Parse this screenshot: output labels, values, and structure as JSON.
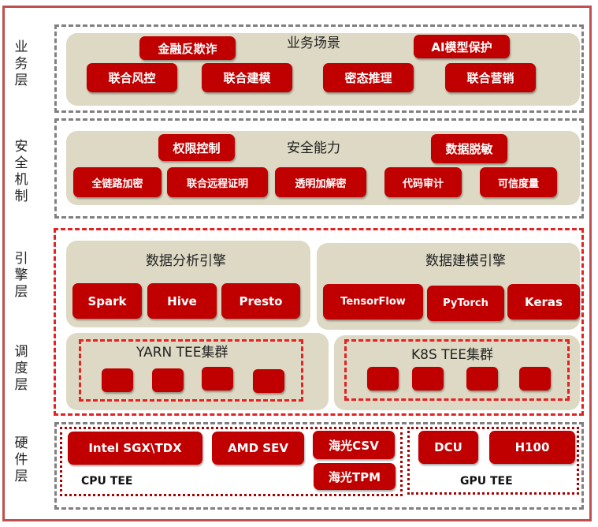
{
  "layers": {
    "business": "业务层",
    "security": "安全机制",
    "engine": "引擎层",
    "scheduling": "调度层",
    "hardware": "硬件层"
  },
  "business": {
    "title": "业务场景",
    "items": [
      "金融反欺诈",
      "AI模型保护",
      "联合风控",
      "联合建模",
      "密态推理",
      "联合营销"
    ]
  },
  "security": {
    "title": "安全能力",
    "items": [
      "权限控制",
      "数据脱敏",
      "全链路加密",
      "联合远程证明",
      "透明加解密",
      "代码审计",
      "可信度量"
    ]
  },
  "engines": {
    "analysis": {
      "title": "数据分析引擎",
      "items": [
        "Spark",
        "Hive",
        "Presto"
      ]
    },
    "modeling": {
      "title": "数据建模引擎",
      "items": [
        "TensorFlow",
        "PyTorch",
        "Keras"
      ]
    }
  },
  "scheduling": {
    "yarn": "YARN TEE集群",
    "k8s": "K8S TEE集群"
  },
  "hardware": {
    "cpu": {
      "label": "CPU TEE",
      "items": [
        "Intel SGX\\TDX",
        "AMD SEV",
        "海光CSV",
        "海光TPM"
      ]
    },
    "gpu": {
      "label": "GPU TEE",
      "items": [
        "DCU",
        "H100"
      ]
    }
  },
  "colors": {
    "frame": "#c0504d",
    "button": "#c00000",
    "panel": "#ddd9c4",
    "dash_red": "#e32222",
    "dash_gray": "#808080"
  }
}
